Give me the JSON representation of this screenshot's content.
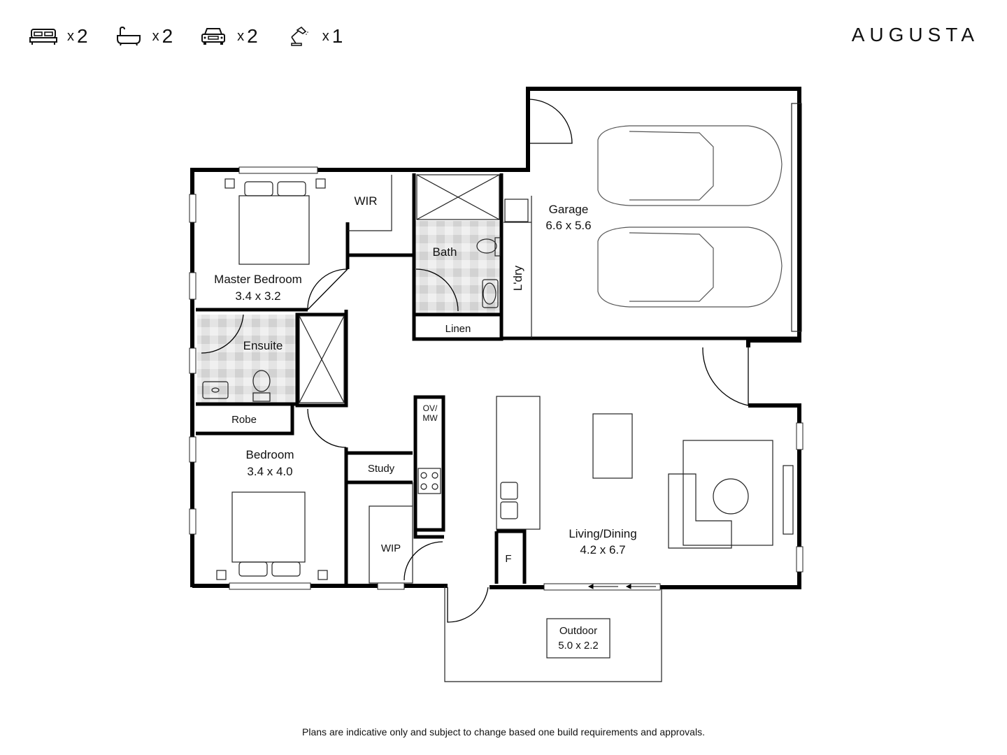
{
  "specs": [
    {
      "icon": "bed-icon",
      "prefix": "x",
      "count": "2"
    },
    {
      "icon": "bath-icon",
      "prefix": "x",
      "count": "2"
    },
    {
      "icon": "car-icon",
      "prefix": "x",
      "count": "2"
    },
    {
      "icon": "study-lamp-icon",
      "prefix": "x",
      "count": "1"
    }
  ],
  "brand": "AUGUSTA",
  "rooms": {
    "garage": {
      "name": "Garage",
      "size": "6.6 x 5.6"
    },
    "wir": {
      "name": "WIR"
    },
    "bath": {
      "name": "Bath"
    },
    "laundry": {
      "name": "L'dry"
    },
    "master": {
      "name": "Master Bedroom",
      "size": "3.4 x 3.2"
    },
    "linen": {
      "name": "Linen"
    },
    "ensuite": {
      "name": "Ensuite"
    },
    "robe": {
      "name": "Robe"
    },
    "ovmw": {
      "line1": "OV/",
      "line2": "MW"
    },
    "bedroom": {
      "name": "Bedroom",
      "size": "3.4 x 4.0"
    },
    "study": {
      "name": "Study"
    },
    "wip": {
      "name": "WIP"
    },
    "fridge": {
      "name": "F"
    },
    "living": {
      "name": "Living/Dining",
      "size": "4.2 x 6.7"
    },
    "outdoor": {
      "name": "Outdoor",
      "size": "5.0 x 2.2"
    }
  },
  "disclaimer": "Plans are indicative only and subject to change based one build requirements and approvals."
}
